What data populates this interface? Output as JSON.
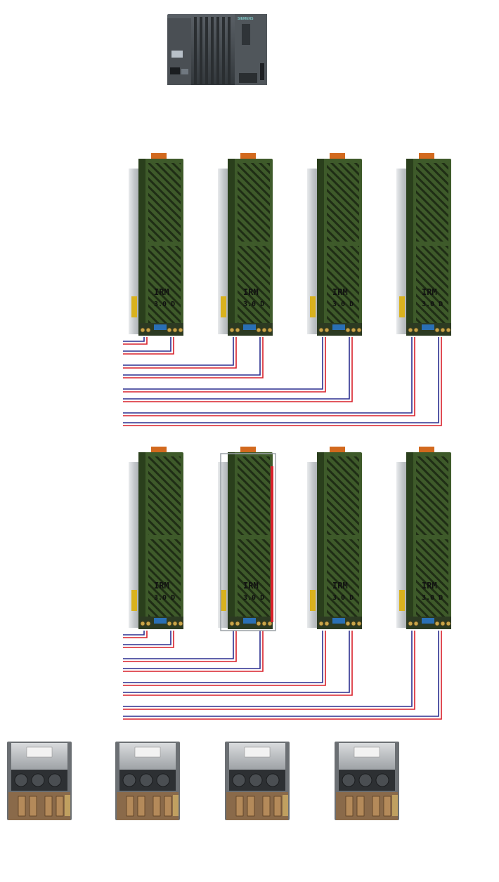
{
  "plc": {
    "brand": "SIEMENS",
    "icon": "plc-controller-icon"
  },
  "power_modules": {
    "icon": "power-supply-module-icon",
    "label_top": "IRM",
    "label_bottom": "3.0 D",
    "rows": [
      {
        "row": 1,
        "count": 4
      },
      {
        "row": 2,
        "count": 4
      }
    ]
  },
  "thyristor_units": {
    "icon": "thyristor-power-controller-icon",
    "count": 4
  },
  "colors": {
    "wire_blue": "#2b2f8f",
    "wire_red": "#d8202a",
    "module_green": "#3e5a2a",
    "module_dark_green": "#2a3f1c",
    "heatsink_silver": "#cfd3d6",
    "terminal_orange": "#d2691e",
    "plc_dark": "#3b4045",
    "highlight_red": "#d8202a"
  }
}
